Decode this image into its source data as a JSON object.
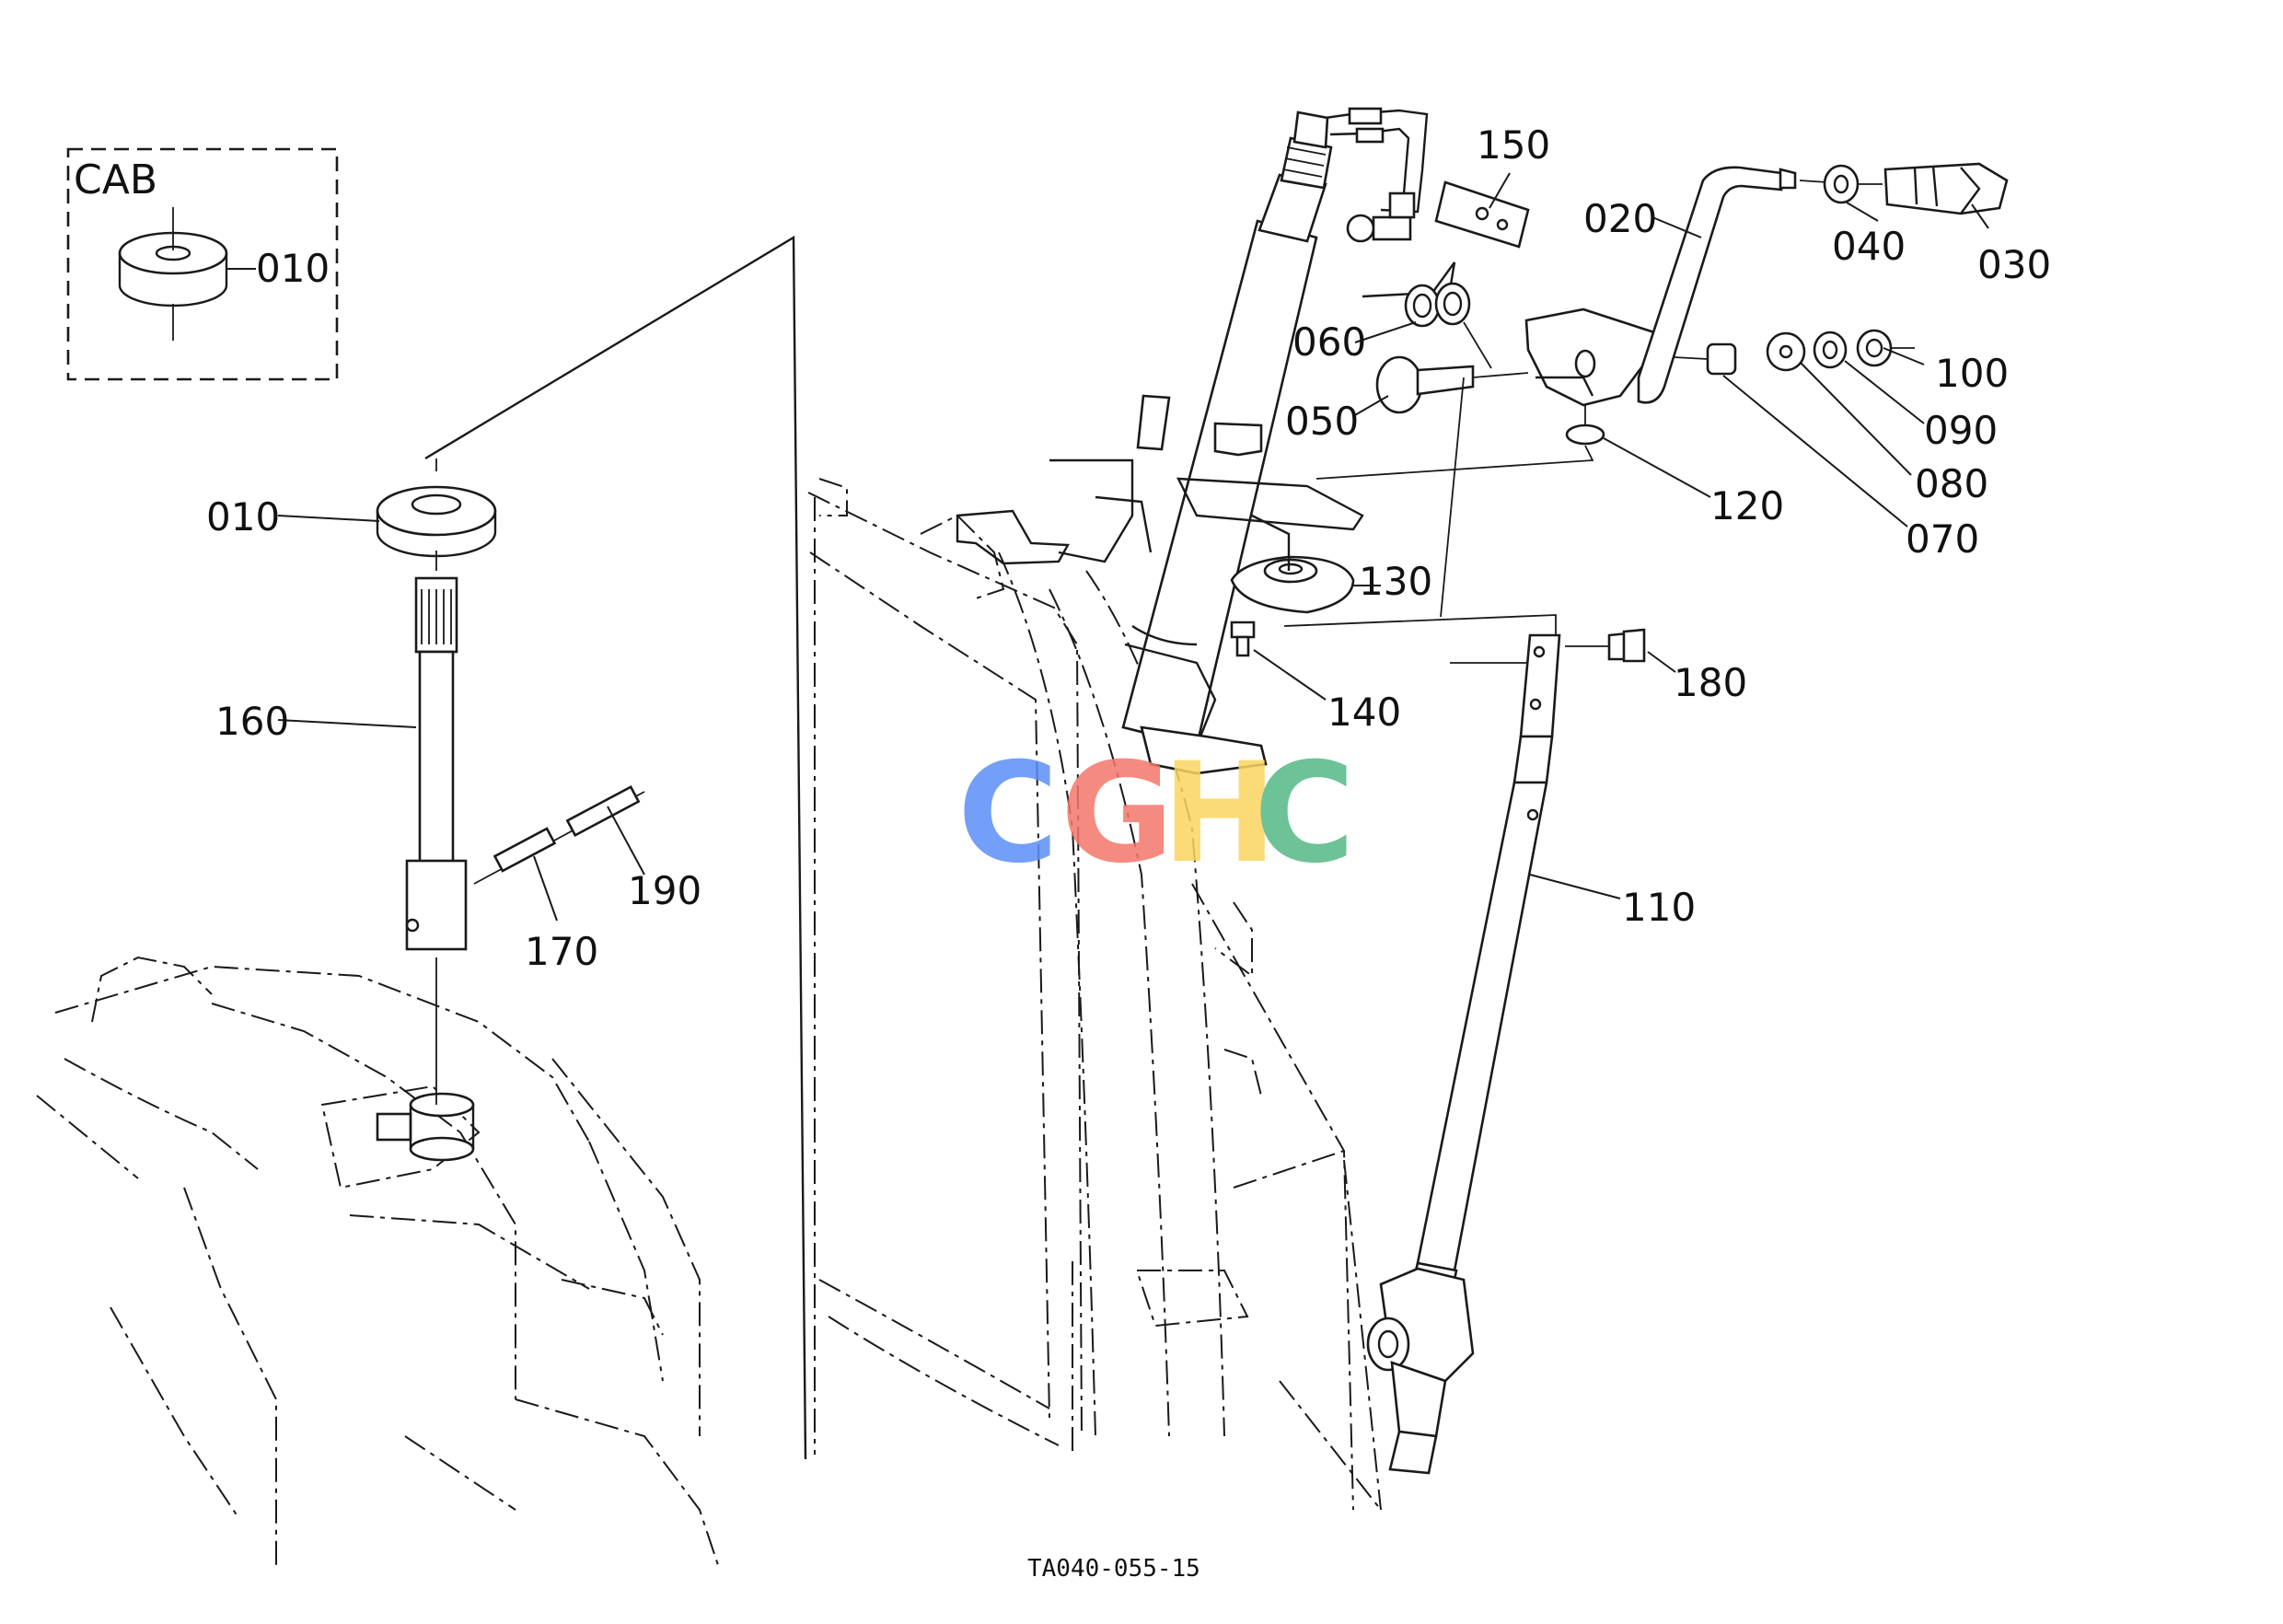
{
  "diagram": {
    "inset_title": "CAB",
    "drawing_code": "TA040-055-15",
    "watermark": {
      "letters": [
        "C",
        "G",
        "H",
        "C"
      ],
      "colors": [
        "#5b8ff9",
        "#f4776b",
        "#fbd560",
        "#54b887"
      ]
    },
    "parts": [
      {
        "id": "inset-010",
        "label": "010"
      },
      {
        "id": "p010",
        "label": "010"
      },
      {
        "id": "p160",
        "label": "160"
      },
      {
        "id": "p170",
        "label": "170"
      },
      {
        "id": "p190",
        "label": "190"
      },
      {
        "id": "p150",
        "label": "150"
      },
      {
        "id": "p020",
        "label": "020"
      },
      {
        "id": "p040",
        "label": "040"
      },
      {
        "id": "p030",
        "label": "030"
      },
      {
        "id": "p060",
        "label": "060"
      },
      {
        "id": "p050",
        "label": "050"
      },
      {
        "id": "p100",
        "label": "100"
      },
      {
        "id": "p090",
        "label": "090"
      },
      {
        "id": "p080",
        "label": "080"
      },
      {
        "id": "p070",
        "label": "070"
      },
      {
        "id": "p120",
        "label": "120"
      },
      {
        "id": "p130",
        "label": "130"
      },
      {
        "id": "p140",
        "label": "140"
      },
      {
        "id": "p180",
        "label": "180"
      },
      {
        "id": "p110",
        "label": "110"
      }
    ]
  }
}
